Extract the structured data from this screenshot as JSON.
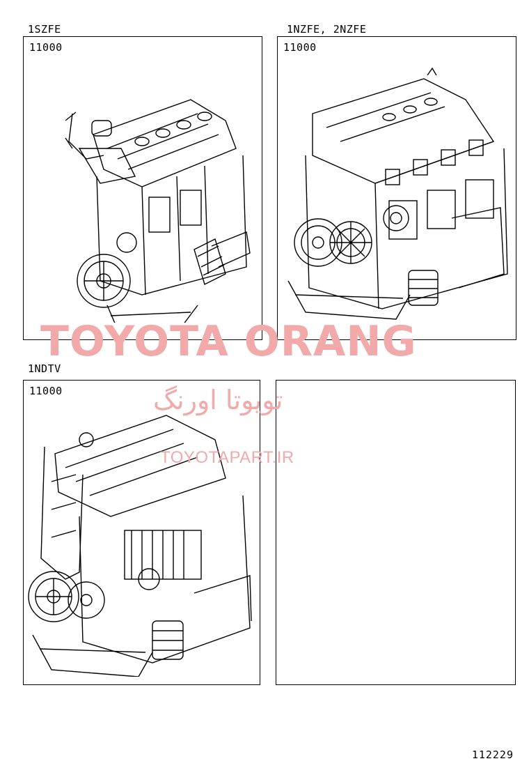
{
  "panels": [
    {
      "engine": "1SZFE",
      "part_number": "11000",
      "icon": "engine-assembly-icon"
    },
    {
      "engine": "1NZFE, 2NZFE",
      "part_number": "11000",
      "icon": "engine-assembly-icon"
    },
    {
      "engine": "1NDTV",
      "part_number": "11000",
      "icon": "engine-assembly-icon"
    },
    {
      "engine": "",
      "part_number": ""
    }
  ],
  "watermark": {
    "brand": "TOYOTA ORANG",
    "persian": "تویوتا اورنگ",
    "url": "TOYOTAPART.IR",
    "color": "#f2a9a9"
  },
  "page_code": "112229"
}
